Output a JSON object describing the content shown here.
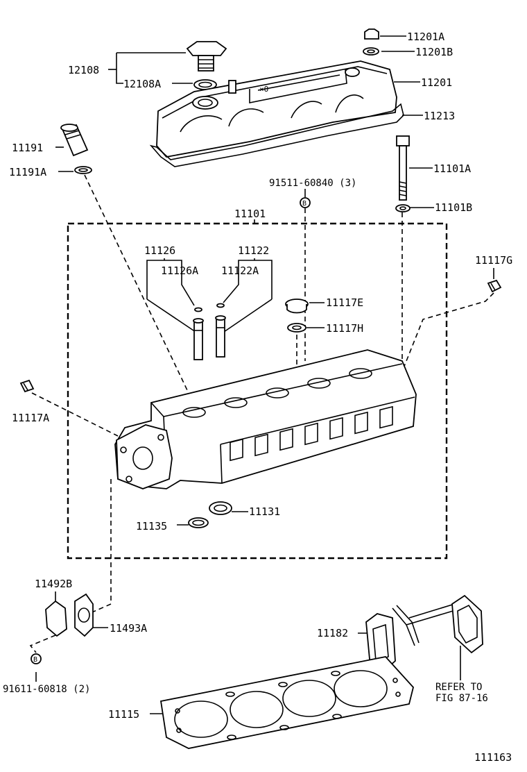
{
  "diagram": {
    "labels": {
      "p12108": "12108",
      "p12108A": "12108A",
      "p11201A": "11201A",
      "p11201B": "11201B",
      "p11201": "11201",
      "p11213": "11213",
      "p11191": "11191",
      "p11191A": "11191A",
      "p11101A": "11101A",
      "p91511": "91511-60840 (3)",
      "p11101B": "11101B",
      "p11101": "11101",
      "p11126": "11126",
      "p11126A": "11126A",
      "p11122": "11122",
      "p11122A": "11122A",
      "p11117G": "11117G",
      "p11117E": "11117E",
      "p11117H": "11117H",
      "p11117A": "11117A",
      "p11131": "11131",
      "p11135": "11135",
      "p11492B": "11492B",
      "p11493A": "11493A",
      "p91611": "91611-60818 (2)",
      "p11182": "11182",
      "p11115": "11115",
      "refer1": "REFER TO",
      "refer2": "FIG 87-16",
      "figno": "111163",
      "boltB": "B"
    }
  }
}
